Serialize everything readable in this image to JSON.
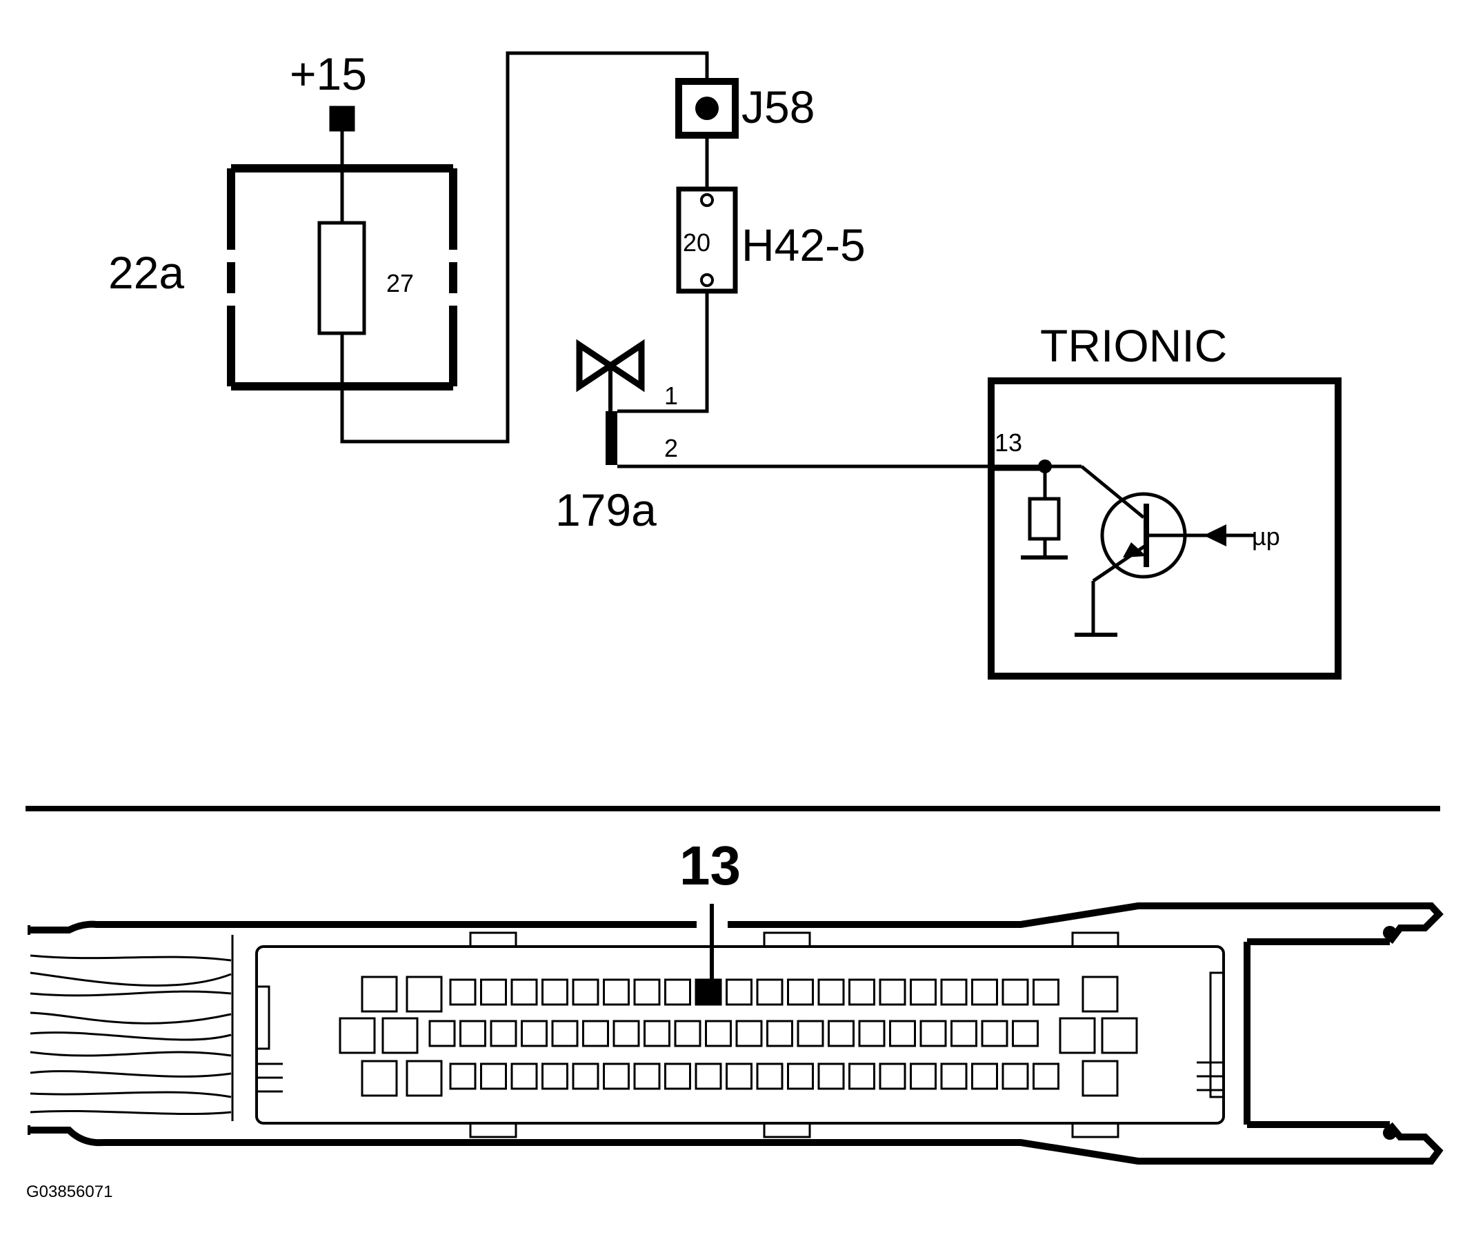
{
  "figure_id": "G03856071",
  "colors": {
    "ink": "#000000",
    "paper": "#ffffff"
  },
  "schematic": {
    "supply_label": "+15",
    "fuse_box_label": "22a",
    "fuse_number": "27",
    "junction_label": "J58",
    "connector_label": "H42-5",
    "connector_pin": "20",
    "injector_label": "179a",
    "injector_pin_1": "1",
    "injector_pin_2": "2",
    "ecu_title": "TRIONIC",
    "ecu_pin": "13",
    "microprocessor_label": "µp"
  },
  "connector_view": {
    "highlighted_pin_label": "13",
    "highlighted_pin": {
      "row": 1,
      "index": 8
    }
  }
}
